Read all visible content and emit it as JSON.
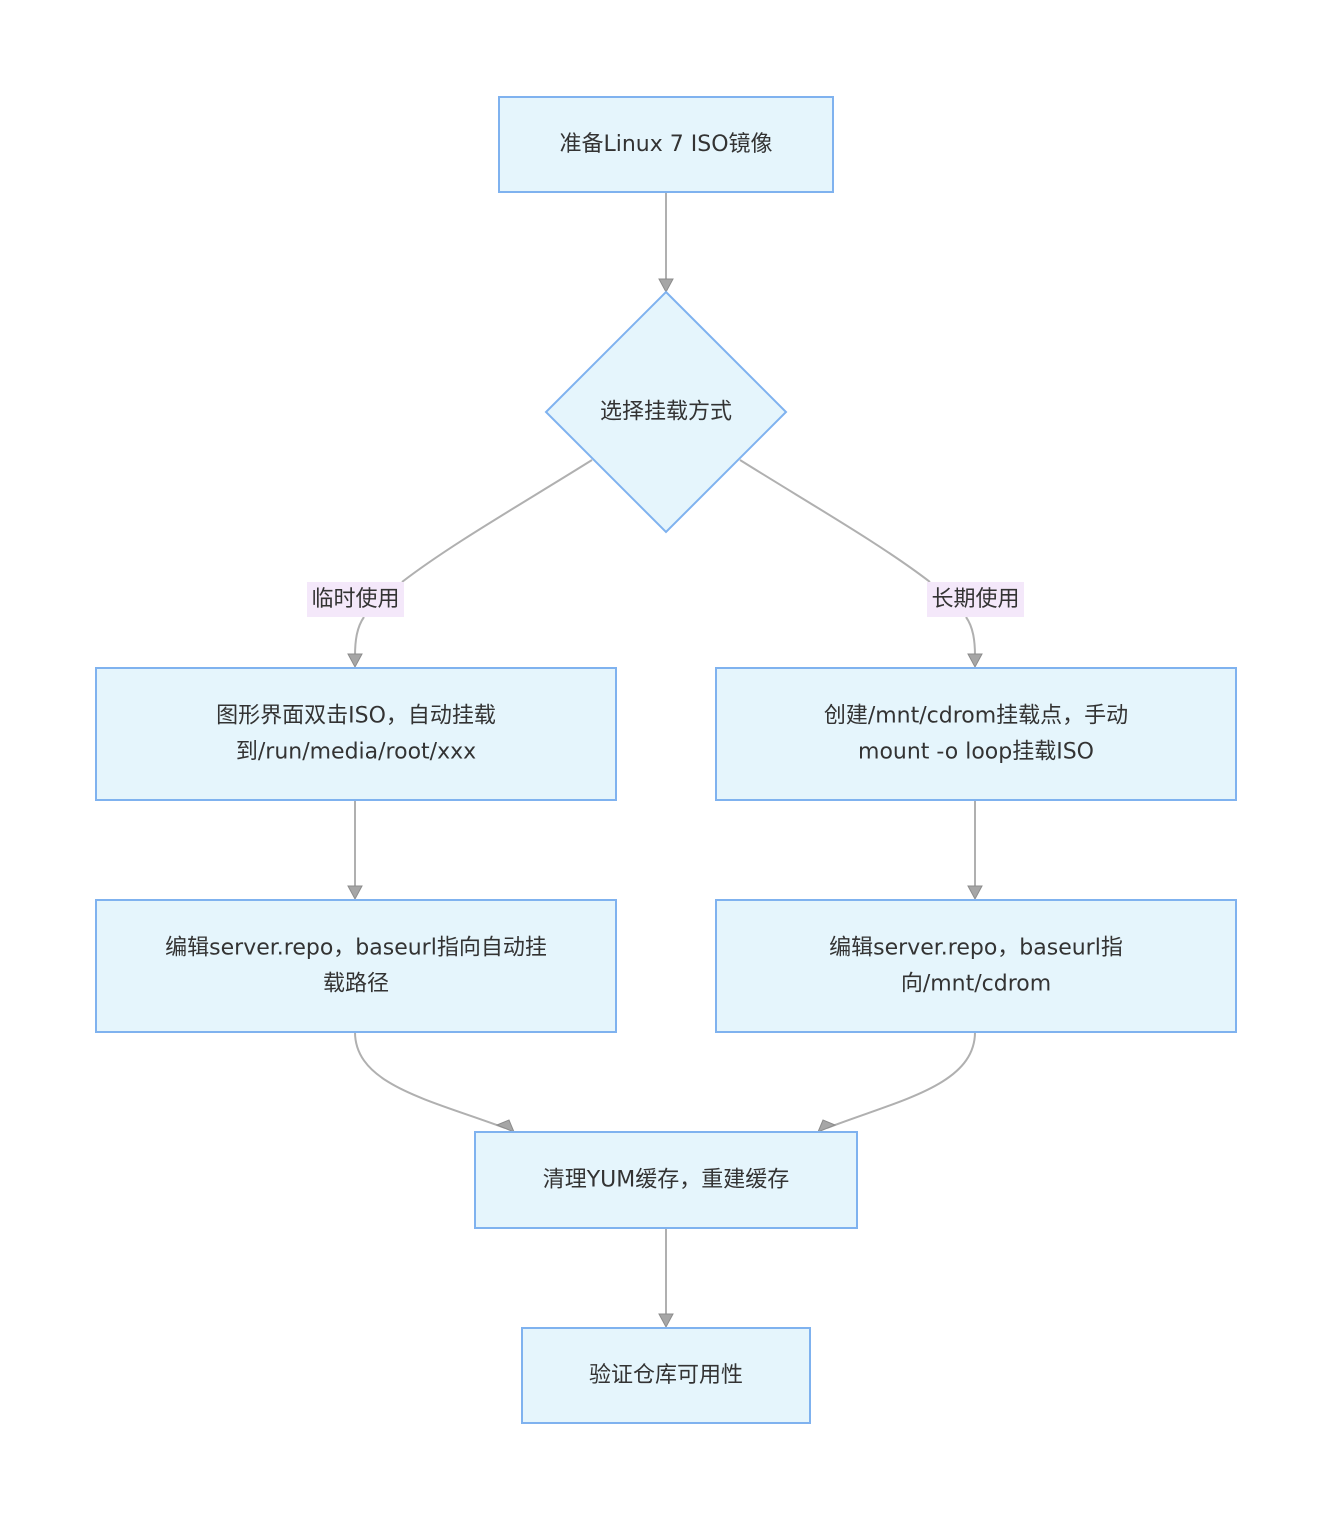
{
  "nodes": {
    "start": {
      "lines": [
        "准备Linux 7 ISO镜像"
      ]
    },
    "decision": {
      "lines": [
        "选择挂载方式"
      ]
    },
    "temp_mount": {
      "lines": [
        "图形界面双击ISO，自动挂载",
        "到/run/media/root/xxx"
      ]
    },
    "perm_mount": {
      "lines": [
        "创建/mnt/cdrom挂载点，手动",
        "mount -o loop挂载ISO"
      ]
    },
    "temp_repo": {
      "lines": [
        "编辑server.repo，baseurl指向自动挂",
        "载路径"
      ]
    },
    "perm_repo": {
      "lines": [
        "编辑server.repo，baseurl指",
        "向/mnt/cdrom"
      ]
    },
    "clean_cache": {
      "lines": [
        "清理YUM缓存，重建缓存"
      ]
    },
    "verify": {
      "lines": [
        "验证仓库可用性"
      ]
    }
  },
  "edge_labels": {
    "temporary": "临时使用",
    "long_term": "长期使用"
  },
  "colors": {
    "node_fill": "#e5f5fc",
    "node_stroke": "#7fb2ef",
    "edge": "#b0b0b0",
    "label_bg": "#f4e8fa",
    "text": "#333333"
  }
}
